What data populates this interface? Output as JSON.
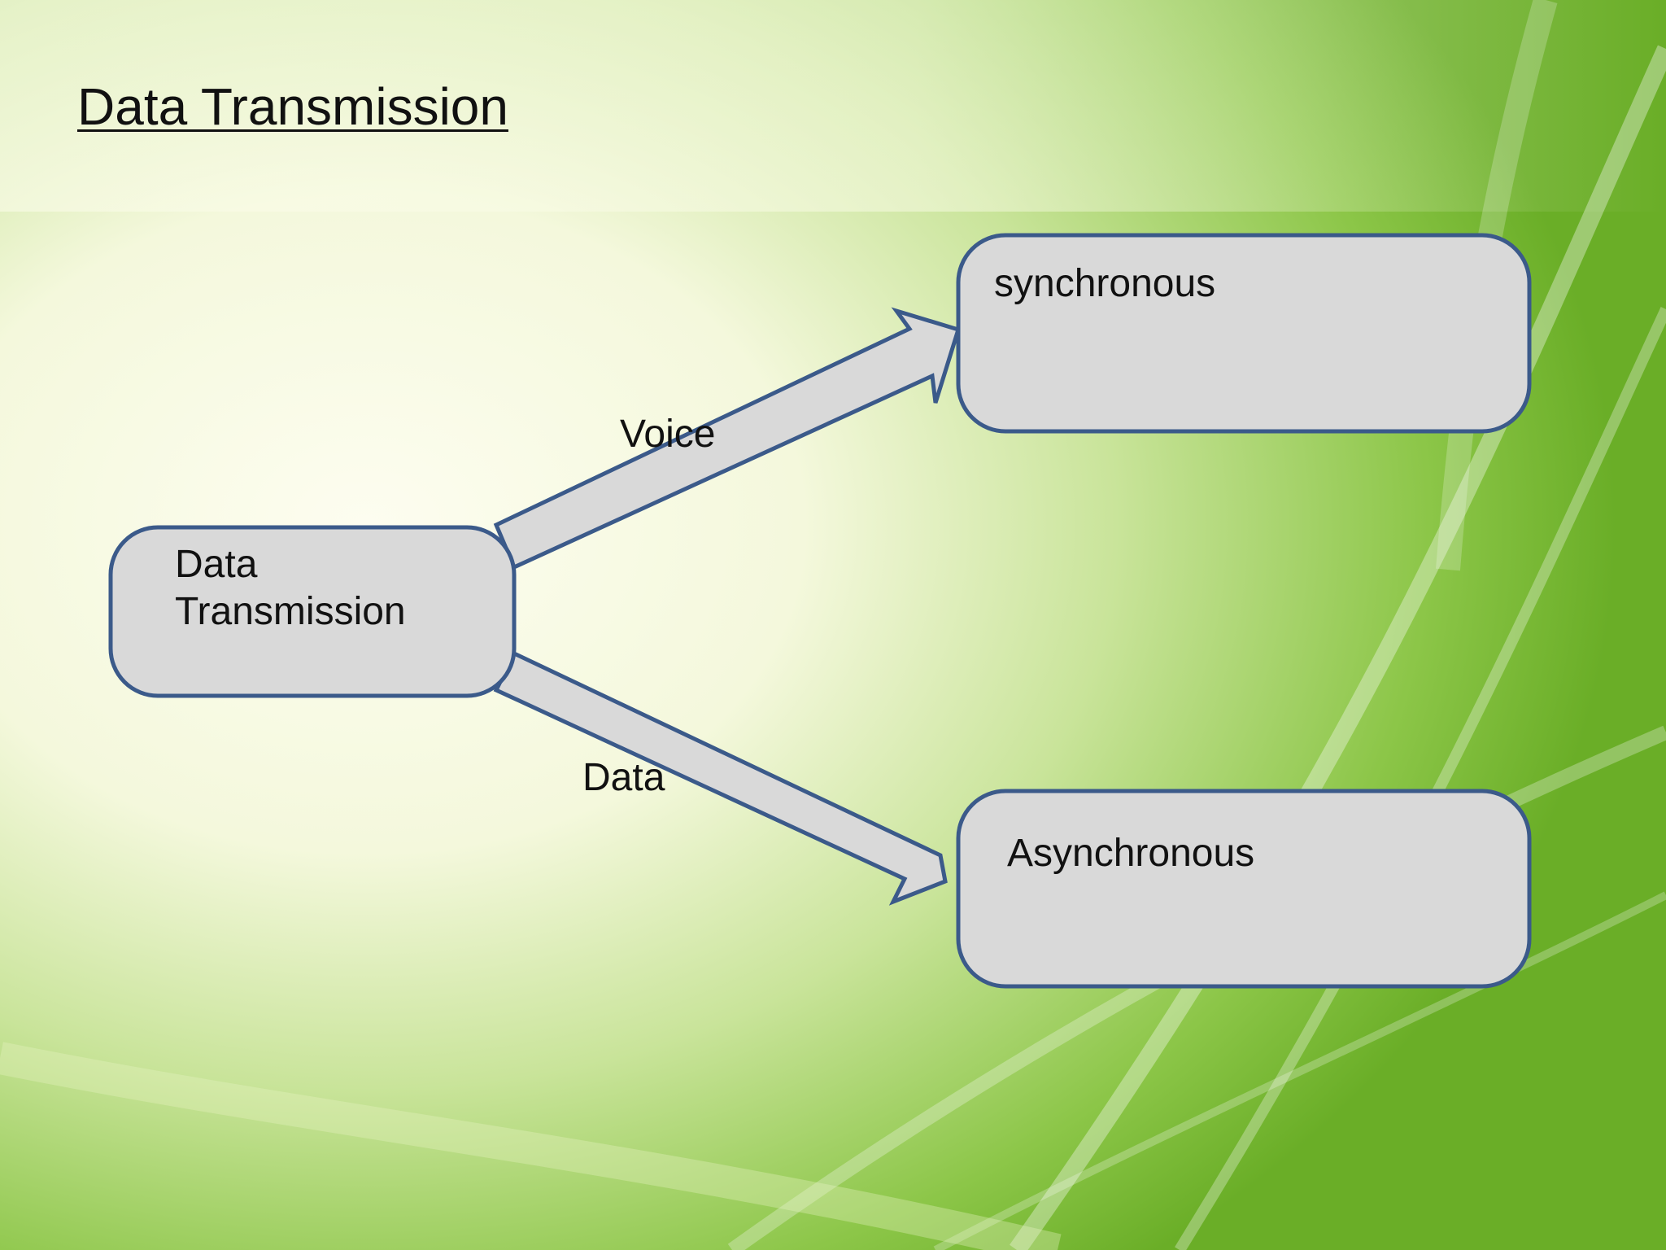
{
  "slide": {
    "title": "Data Transmission"
  },
  "diagram": {
    "nodes": {
      "source": {
        "line1": "Data",
        "line2": "Transmission"
      },
      "synchronous": {
        "label": "synchronous"
      },
      "asynchronous": {
        "label": "Asynchronous"
      }
    },
    "edges": {
      "upper": {
        "label": "Voice"
      },
      "lower": {
        "label": "Data"
      }
    }
  },
  "colors": {
    "node_fill": "#d9d9d9",
    "node_stroke": "#3b5a8a",
    "background_light": "#fbfcea",
    "background_green": "#6fb52c"
  }
}
